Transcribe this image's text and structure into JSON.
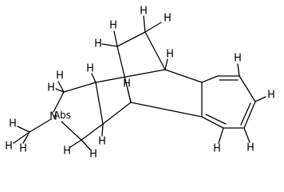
{
  "structure": {
    "atom_symbols": {
      "hydrogen": "H",
      "nitrogen": "N"
    },
    "stereo_label": "Abs"
  }
}
